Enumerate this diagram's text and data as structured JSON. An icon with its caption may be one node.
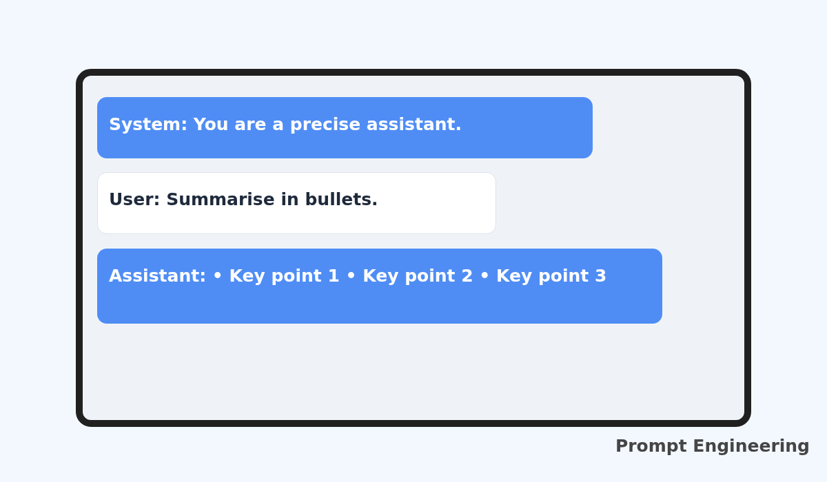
{
  "diagram": {
    "caption": "Prompt Engineering",
    "nodes": [
      {
        "text": [],
        "shape": "box"
      },
      {
        "text": [
          "System: You are a precise assistant."
        ],
        "in": 0
      },
      {
        "text": [
          "User: Summarise in bullets."
        ],
        "in": 0
      },
      {
        "text": [
          "Assistant: • Key point 1 • Key point 2 • Key point 3"
        ],
        "in": 0
      }
    ]
  }
}
